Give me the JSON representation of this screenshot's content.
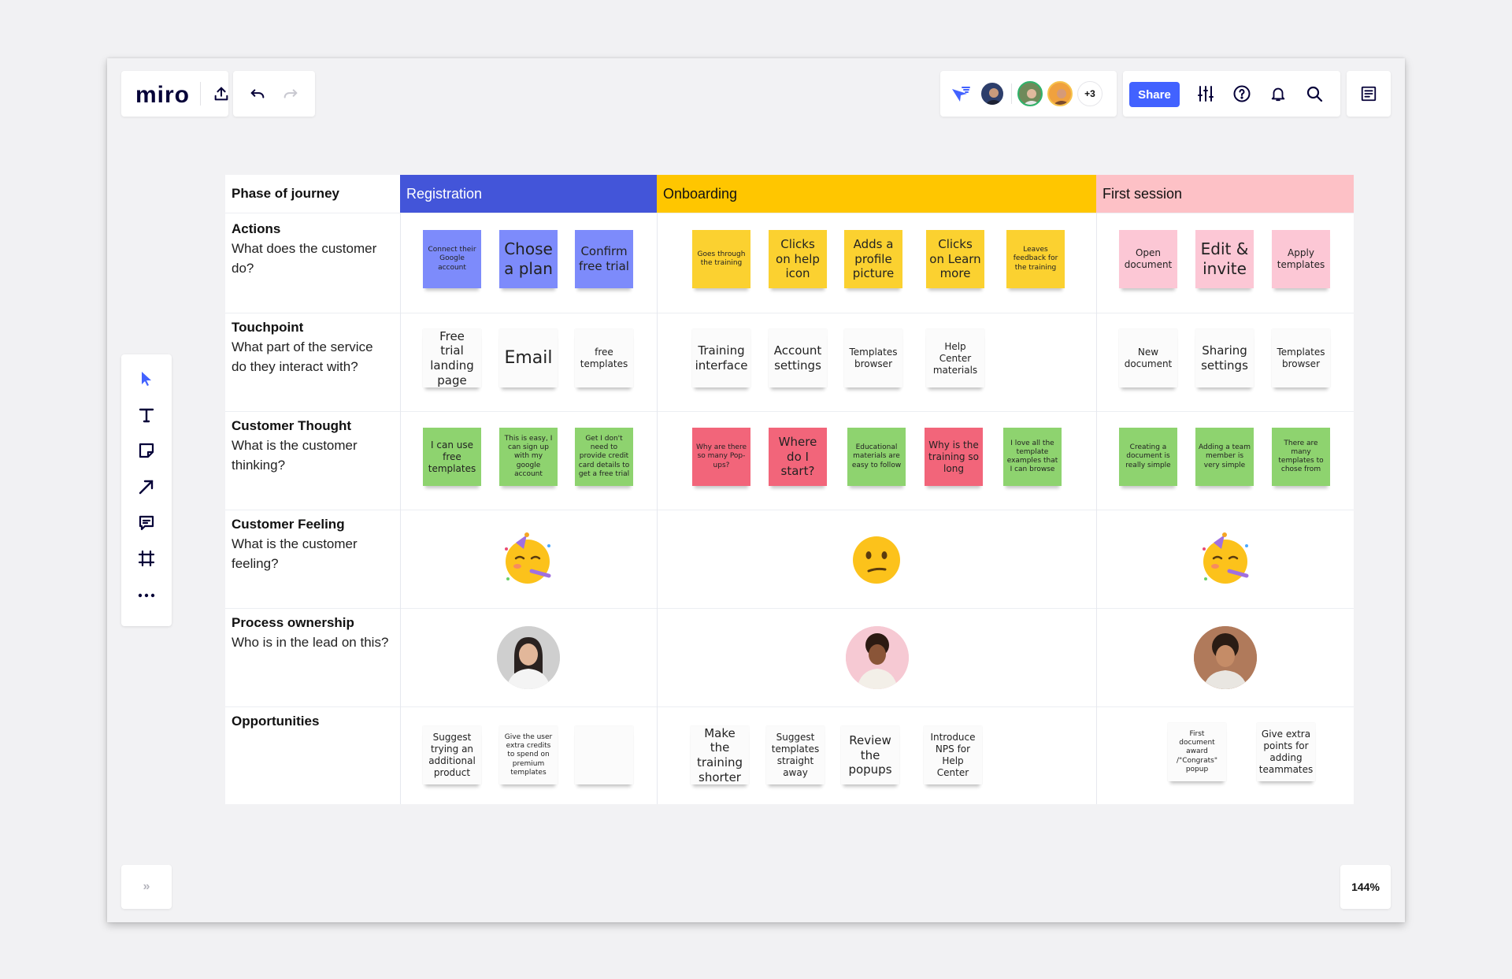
{
  "app": {
    "logo": "miro"
  },
  "collab": {
    "extra_count": "+3"
  },
  "header_actions": {
    "share_label": "Share"
  },
  "board": {
    "phases": [
      {
        "label": "Registration",
        "color": "#4355d9"
      },
      {
        "label": "Onboarding",
        "color": "#ffc600"
      },
      {
        "label": "First session",
        "color": "#fdc1c6"
      }
    ],
    "phase_header_label": "Phase of journey",
    "rows": [
      {
        "title": "Actions",
        "desc": "What does the customer do?"
      },
      {
        "title": "Touchpoint",
        "desc": "What part of the service do they interact with?"
      },
      {
        "title": "Customer Thought",
        "desc": "What is the customer thinking?"
      },
      {
        "title": "Customer Feeling",
        "desc": "What is the customer feeling?"
      },
      {
        "title": "Process ownership",
        "desc": "Who is in the lead on this?"
      },
      {
        "title": "Opportunities",
        "desc": ""
      }
    ],
    "notes": {
      "actions": [
        "Connect their Google account",
        "Chose a plan",
        "Confirm free trial",
        "Goes through the training",
        "Clicks on help icon",
        "Adds a profile picture",
        "Clicks on Learn more",
        "Leaves feedback for the training",
        "Open document",
        "Edit & invite",
        "Apply templates"
      ],
      "touchpoints": [
        "Free trial landing page",
        "Email",
        "free templates",
        "Training interface",
        "Account settings",
        "Templates browser",
        "Help Center materials",
        "New document",
        "Sharing settings",
        "Templates browser"
      ],
      "thoughts": [
        "I can use free templates",
        "This is easy, I can sign up with my google account",
        "Get I don't need to provide credit card details to get a free trial",
        "Why are there so many Pop-ups?",
        "Where do I start?",
        "Educational materials are easy to follow",
        "Why is the training so long",
        "I love all the template examples that I can browse",
        "Creating a document is really simple",
        "Adding a team member is very simple",
        "There are many templates to chose from"
      ],
      "opportunities": [
        "Suggest trying an additional product",
        "Give the user extra credits to spend on premium templates",
        "",
        "Make the training shorter",
        "Suggest templates straight away",
        "Review the popups",
        "Introduce NPS for Help Center",
        "First document award /\"Congrats\" popup",
        "Give extra points for adding teammates"
      ]
    },
    "feelings": [
      "partying-face-emoji",
      "confused-face-emoji",
      "partying-face-emoji"
    ]
  },
  "zoom": {
    "level": "144%"
  },
  "icons": [
    "upload-icon",
    "undo-icon",
    "redo-icon",
    "cursor-filter-icon",
    "settings-sliders-icon",
    "help-icon",
    "bell-icon",
    "search-icon",
    "notes-icon",
    "select-tool-icon",
    "text-tool-icon",
    "sticky-note-icon",
    "arrow-icon",
    "comment-icon",
    "frame-icon",
    "more-icon",
    "expand-icon"
  ]
}
